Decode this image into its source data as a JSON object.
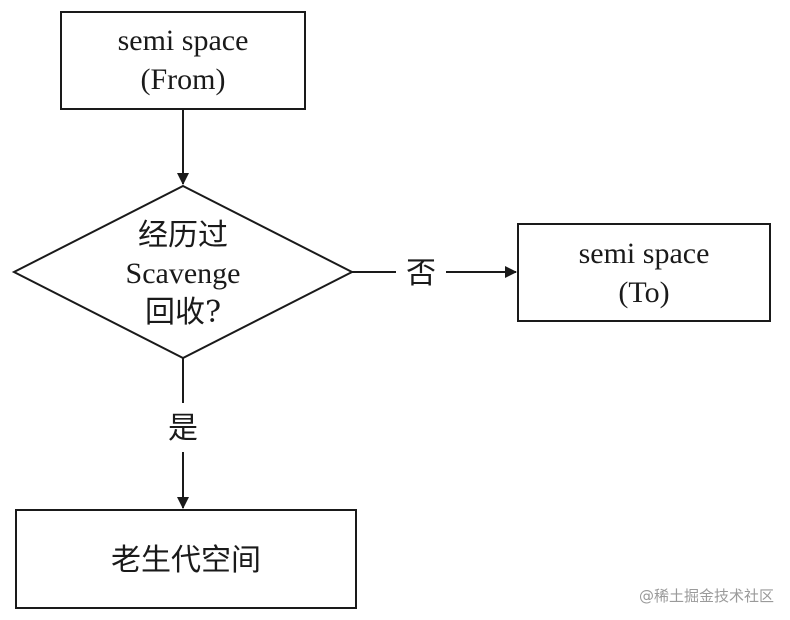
{
  "nodes": {
    "from": {
      "line1": "semi space",
      "line2": "(From)"
    },
    "decision": {
      "line1": "经历过",
      "line2": "Scavenge",
      "line3": "回收?"
    },
    "to": {
      "line1": "semi space",
      "line2": "(To)"
    },
    "old": {
      "label": "老生代空间"
    }
  },
  "edges": {
    "no_label": "否",
    "yes_label": "是"
  },
  "watermark": "@稀土掘金技术社区",
  "colors": {
    "stroke": "#1a1a1a",
    "watermark": "#9a9a9a"
  }
}
